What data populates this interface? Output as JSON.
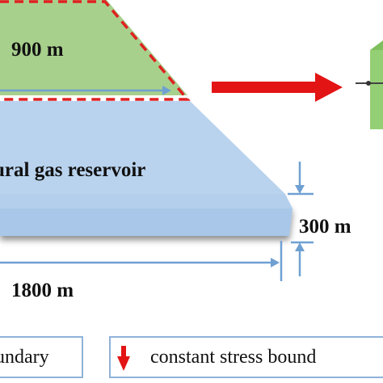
{
  "labels": {
    "width_top": "900 m",
    "reservoir": "ural gas reservoir",
    "thickness": "300 m",
    "width_bottom": "1800 m"
  },
  "legend": {
    "left_text": "undary",
    "right_text": "constant stress bound"
  },
  "colors": {
    "reservoir_fill": "#b9d3ee",
    "reservoir_bottom_fill": "#a9c7e8",
    "overburden_fill": "#a8d08d",
    "dash_outline": "#e02020",
    "arrow_red": "#e31414",
    "dimension_line": "#6fa0d2",
    "cube_fill": "#8fc96e"
  },
  "icons": {
    "direction_arrow": "red-right-arrow-icon",
    "legend_marker": "red-down-arrow-icon",
    "element_cube": "green-cube-icon"
  }
}
